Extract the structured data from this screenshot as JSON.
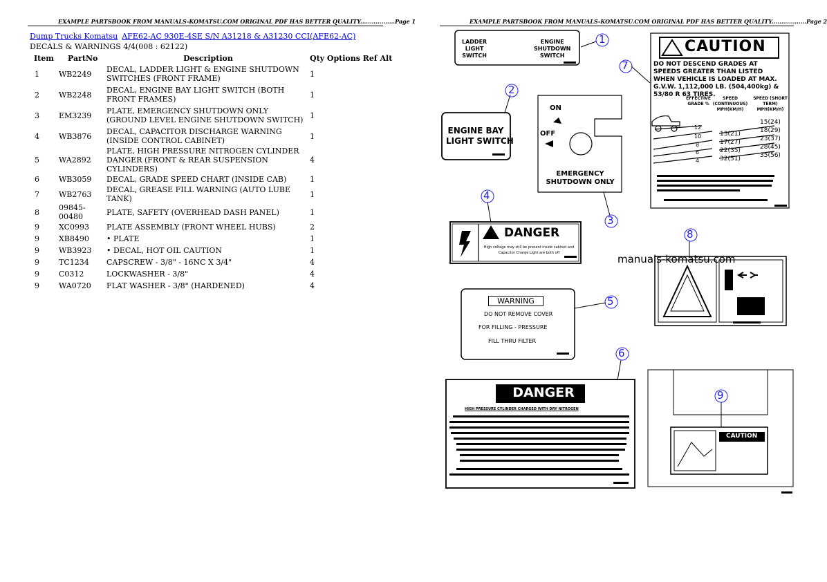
{
  "page1": {
    "header": "EXAMPLE PARTSBOOK FROM MANUALS-KOMATSU.COM ORIGINAL PDF HAS BETTER QUALITY..................Page 1",
    "breadcrumb": {
      "link1": "Dump Trucks Komatsu",
      "link2": "AFE62-AC 930E-4SE S/N A31218 & A31230 CCI(AFE62-AC)"
    },
    "subtitle": "DECALS & WARNINGS 4/4(008 : 62122)",
    "columns": [
      "Item",
      "PartNo",
      "Description",
      "Qty Options Ref Alt"
    ],
    "rows": [
      {
        "item": "1",
        "part": "WB2249",
        "desc": "DECAL, LADDER LIGHT & ENGINE SHUTDOWN SWITCHES (FRONT FRAME)",
        "qty": "1"
      },
      {
        "item": "2",
        "part": "WB2248",
        "desc": "DECAL, ENGINE BAY LIGHT SWITCH (BOTH FRONT FRAMES)",
        "qty": "1"
      },
      {
        "item": "3",
        "part": "EM3239",
        "desc": "PLATE, EMERGENCY SHUTDOWN ONLY (GROUND LEVEL ENGINE SHUTDOWN SWITCH)",
        "qty": "1"
      },
      {
        "item": "4",
        "part": "WB3876",
        "desc": "DECAL, CAPACITOR DISCHARGE WARNING (INSIDE CONTROL CABINET)",
        "qty": "1"
      },
      {
        "item": "5",
        "part": "WA2892",
        "desc": "PLATE, HIGH PRESSURE NITROGEN CYLINDER DANGER (FRONT & REAR SUSPENSION CYLINDERS)",
        "qty": "4"
      },
      {
        "item": "6",
        "part": "WB3059",
        "desc": "DECAL, GRADE SPEED CHART (INSIDE CAB)",
        "qty": "1"
      },
      {
        "item": "7",
        "part": "WB2763",
        "desc": "DECAL, GREASE FILL WARNING (AUTO LUBE TANK)",
        "qty": "1"
      },
      {
        "item": "8",
        "part": "09845-00480",
        "desc": "PLATE, SAFETY (OVERHEAD DASH PANEL)",
        "qty": "1"
      },
      {
        "item": "9",
        "part": "XC0993",
        "desc": "PLATE ASSEMBLY (FRONT WHEEL HUBS)",
        "qty": "2"
      },
      {
        "item": "9",
        "part": "XB8490",
        "desc": "• PLATE",
        "qty": "1"
      },
      {
        "item": "9",
        "part": "WB3923",
        "desc": "• DECAL, HOT OIL CAUTION",
        "qty": "1"
      },
      {
        "item": "9",
        "part": "TC1234",
        "desc": "CAPSCREW - 3/8\" - 16NC X 3/4\"",
        "qty": "4"
      },
      {
        "item": "9",
        "part": "C0312",
        "desc": "LOCKWASHER - 3/8\"",
        "qty": "4"
      },
      {
        "item": "9",
        "part": "WA0720",
        "desc": "FLAT WASHER - 3/8\" (HARDENED)",
        "qty": "4"
      }
    ]
  },
  "page2": {
    "header": "EXAMPLE PARTSBOOK FROM MANUALS-KOMATSU.COM ORIGINAL PDF HAS BETTER QUALITY..................Page 2",
    "watermark": "manuals-komatsu.com",
    "callouts": [
      "1",
      "2",
      "3",
      "4",
      "5",
      "6",
      "7",
      "8",
      "9"
    ],
    "decal1": {
      "left": "LADDER\nLIGHT\nSWITCH",
      "right": "ENGINE\nSHUTDOWN\nSWITCH"
    },
    "decal2": {
      "text": "ENGINE BAY\nLIGHT SWITCH"
    },
    "decal3": {
      "on": "ON",
      "off": "OFF",
      "label": "EMERGENCY\nSHUTDOWN ONLY"
    },
    "decal4": {
      "word": "DANGER",
      "text": "High voltage may still be present inside cabinet and\nCapacitor Charge Light are both off"
    },
    "decal5": {
      "word": "WARNING",
      "lines": [
        "DO NOT REMOVE COVER",
        "FOR FILLING - PRESSURE",
        "FILL THRU FILTER"
      ]
    },
    "decal6": {
      "word": "DANGER",
      "title": "HIGH PRESSURE CYLINDER CHARGED WITH DRY NITROGEN"
    },
    "decal7": {
      "word": "CAUTION",
      "text": "DO NOT DESCEND GRADES AT SPEEDS GREATER THAN LISTED WHEN VEHICLE IS LOADED AT MAX. G.V.W. 1,112,000 LB. (504,400kg) & 53/80 R 63 TIRES.",
      "col_grade": "EFFECTIVE GRADE %",
      "col_cont": "SPEED (CONTINUOUS) MPH(KM/H)",
      "col_short": "SPEED (SHORT TERM) MPH(KM/H)",
      "rows": [
        {
          "grade": "12",
          "cont": "13(21)",
          "short": "15(24)"
        },
        {
          "grade": "10",
          "cont": "17(27)",
          "short": "18(29)"
        },
        {
          "grade": "8",
          "cont": "22(35)",
          "short": "23(37)"
        },
        {
          "grade": "6",
          "cont": "32(51)",
          "short": "28(45)"
        },
        {
          "grade": "4",
          "cont": "",
          "short": "35(56)"
        }
      ]
    },
    "decal9": {
      "word": "CAUTION"
    },
    "accent_blue": "#2222dd"
  }
}
